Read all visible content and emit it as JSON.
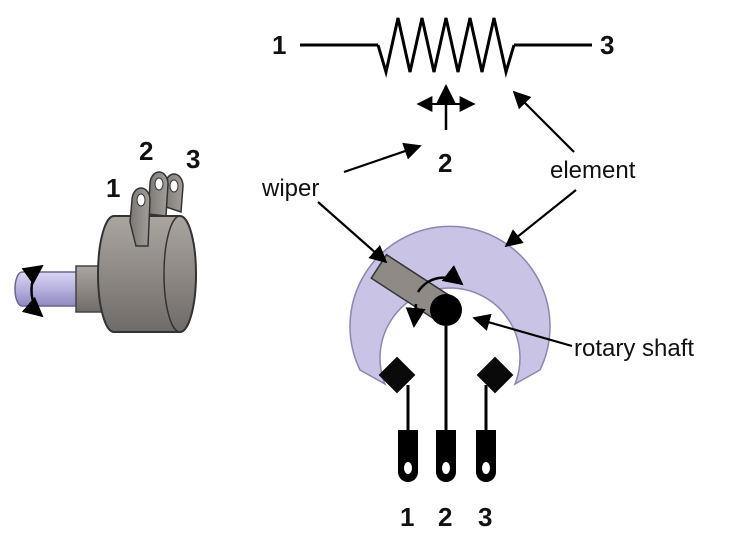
{
  "schematic": {
    "terminal_left": "1",
    "terminal_right": "3",
    "terminal_wiper": "2"
  },
  "labels": {
    "wiper": "wiper",
    "element": "element",
    "rotary_shaft": "rotary shaft"
  },
  "side_view": {
    "pin1": "1",
    "pin2": "2",
    "pin3": "3"
  },
  "front_view": {
    "pin1": "1",
    "pin2": "2",
    "pin3": "3"
  },
  "colors": {
    "element_fill": "#c9c3e6",
    "element_stroke": "#8c86b0",
    "body_fill": "#8f8a86",
    "shaft_fill": "#b9b4e0",
    "pad_fill": "#0a0a0a"
  }
}
